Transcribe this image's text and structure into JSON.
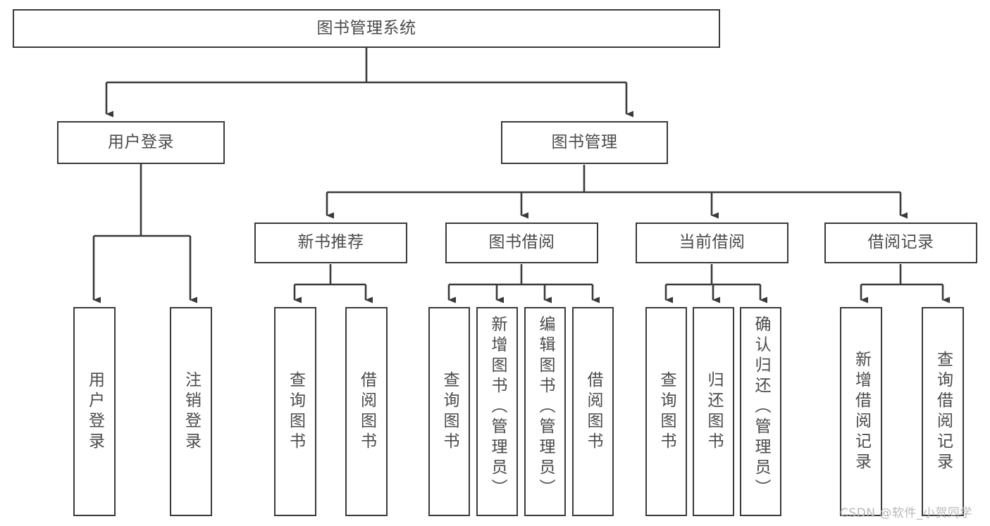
{
  "diagram": {
    "title": "图书管理系统",
    "type": "tree-hierarchy",
    "watermark": "CSDN @软件_小贺同学",
    "colors": {
      "box_border": "#3a3a3a",
      "box_fill": "#ffffff",
      "connector": "#3a3a3a",
      "text": "#4b4b4b",
      "watermark": "#b9b9b9",
      "background": "#ffffff"
    },
    "root": {
      "label": "图书管理系统"
    },
    "level2": [
      {
        "label": "用户登录"
      },
      {
        "label": "图书管理"
      }
    ],
    "level3": [
      {
        "label": "新书推荐"
      },
      {
        "label": "图书借阅"
      },
      {
        "label": "当前借阅"
      },
      {
        "label": "借阅记录"
      }
    ],
    "leaves": {
      "user_login": [
        {
          "label": "用户登录"
        },
        {
          "label": "注销登录"
        }
      ],
      "new_book_recommend": [
        {
          "label": "查询图书"
        },
        {
          "label": "借阅图书"
        }
      ],
      "book_borrow": [
        {
          "label": "查询图书"
        },
        {
          "label": "新增图书（管理员）"
        },
        {
          "label": "编辑图书（管理员）"
        },
        {
          "label": "借阅图书"
        }
      ],
      "current_borrow": [
        {
          "label": "查询图书"
        },
        {
          "label": "归还图书"
        },
        {
          "label": "确认归还（管理员）"
        }
      ],
      "borrow_records": [
        {
          "label": "新增借阅记录"
        },
        {
          "label": "查询借阅记录"
        }
      ]
    }
  }
}
